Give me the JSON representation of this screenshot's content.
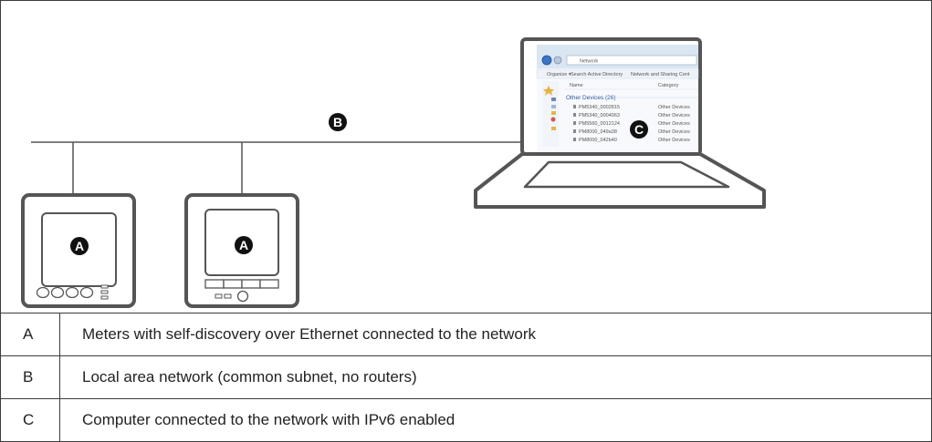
{
  "diagram": {
    "labels": {
      "meter_left": "A",
      "meter_right": "A",
      "network": "B",
      "computer": "C"
    },
    "screen": {
      "breadcrumb": "Network",
      "toolbar": [
        "Organize ▾",
        "Search Active Directory",
        "Network and Sharing Cent"
      ],
      "col_name": "Name",
      "col_category": "Category",
      "group_header": "Other Devices (26)",
      "devices": [
        {
          "name": "PM5340_0002815",
          "category": "Other Devices"
        },
        {
          "name": "PM5340_0004063",
          "category": "Other Devices"
        },
        {
          "name": "PM5560_0012124",
          "category": "Other Devices"
        },
        {
          "name": "PM8000_049a38",
          "category": "Other Devices"
        },
        {
          "name": "PM8000_042b40",
          "category": "Other Devices"
        }
      ]
    }
  },
  "legend": [
    {
      "key": "A",
      "text": "Meters with self-discovery over Ethernet connected to the network"
    },
    {
      "key": "B",
      "text": "Local area network (common subnet, no routers)"
    },
    {
      "key": "C",
      "text": "Computer connected to the network with IPv6 enabled"
    }
  ]
}
